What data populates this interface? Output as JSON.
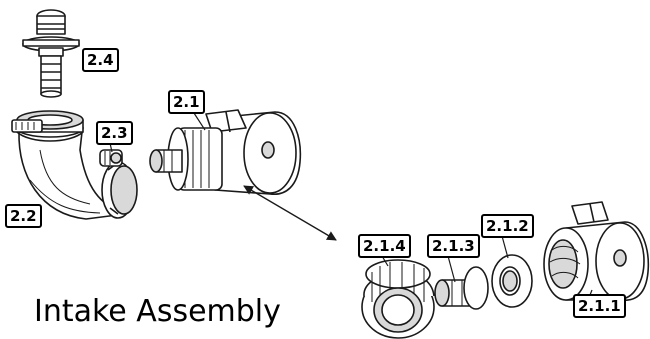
{
  "title": "Intake Assembly",
  "labels": {
    "p2_4": "2.4",
    "p2_3": "2.3",
    "p2_2": "2.2",
    "p2_1": "2.1",
    "p2_1_4": "2.1.4",
    "p2_1_3": "2.1.3",
    "p2_1_2": "2.1.2",
    "p2_1_1": "2.1.1"
  },
  "colors": {
    "stroke": "#1a1a1a",
    "fill": "#ffffff",
    "shade": "#d9d9d9",
    "dark": "#555555"
  }
}
